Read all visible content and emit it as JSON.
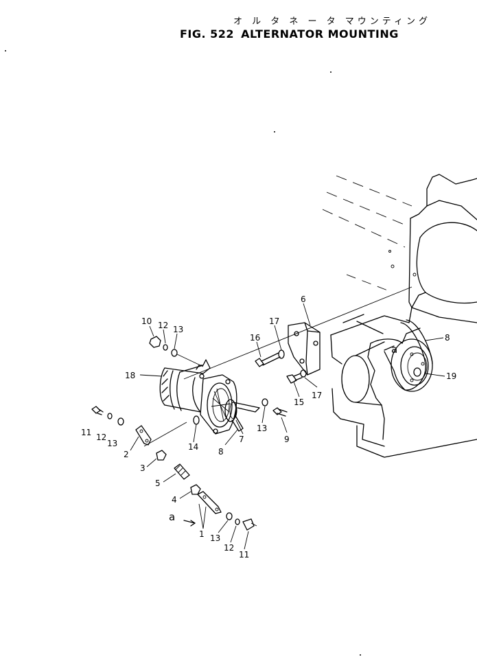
{
  "header": {
    "title_japanese": "オ ル タ ネ ー タ  マウンティング",
    "figure_number": "FIG. 522",
    "figure_title": "ALTERNATOR MOUNTING"
  },
  "callouts": [
    {
      "id": "c10",
      "text": "10"
    },
    {
      "id": "c12a",
      "text": "12"
    },
    {
      "id": "c13a",
      "text": "13"
    },
    {
      "id": "c17a",
      "text": "17"
    },
    {
      "id": "c6",
      "text": "6"
    },
    {
      "id": "c16",
      "text": "16"
    },
    {
      "id": "c8a",
      "text": "8"
    },
    {
      "id": "c18",
      "text": "18"
    },
    {
      "id": "c19",
      "text": "19"
    },
    {
      "id": "c15",
      "text": "15"
    },
    {
      "id": "c17b",
      "text": "17"
    },
    {
      "id": "c11a",
      "text": "11"
    },
    {
      "id": "c12b",
      "text": "12"
    },
    {
      "id": "c13b",
      "text": "13"
    },
    {
      "id": "c2",
      "text": "2"
    },
    {
      "id": "c14",
      "text": "14"
    },
    {
      "id": "c7",
      "text": "7"
    },
    {
      "id": "c8b",
      "text": "8"
    },
    {
      "id": "c13c",
      "text": "13"
    },
    {
      "id": "c9",
      "text": "9"
    },
    {
      "id": "c3",
      "text": "3"
    },
    {
      "id": "c5",
      "text": "5"
    },
    {
      "id": "c4",
      "text": "4"
    },
    {
      "id": "c1",
      "text": "1"
    },
    {
      "id": "c13d",
      "text": "13"
    },
    {
      "id": "c12c",
      "text": "12"
    },
    {
      "id": "c11b",
      "text": "11"
    }
  ],
  "reference_marks": [
    {
      "id": "ra1",
      "text": "a"
    },
    {
      "id": "ra2",
      "text": "a"
    }
  ]
}
